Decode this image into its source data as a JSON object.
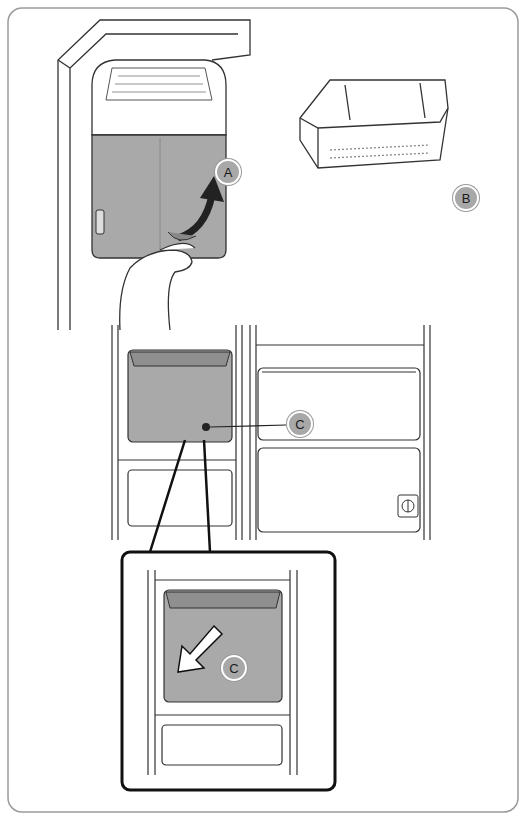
{
  "diagram": {
    "labels": [
      "A",
      "B",
      "C",
      "C"
    ]
  }
}
